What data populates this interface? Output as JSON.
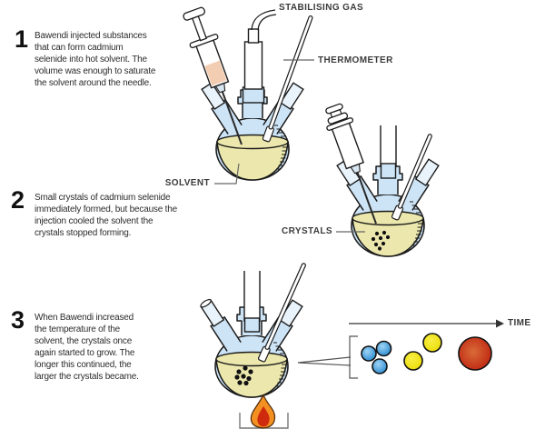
{
  "figure": {
    "steps": [
      {
        "number": "1",
        "text": "Bawendi injected substances\nthat can form cadmium\nselenide into hot solvent. The\nvolume was enough to saturate\nthe solvent around the needle."
      },
      {
        "number": "2",
        "text": "Small crystals of cadmium selenide\nimmediately formed, but because the\ninjection cooled the solvent the\ncrystals stopped forming."
      },
      {
        "number": "3",
        "text": "When Bawendi increased\nthe temperature of the\nsolvent, the crystals once\nagain started to grow. The\nlonger this continued, the\nlarger the crystals became."
      }
    ],
    "labels": {
      "stabilising_gas": "STABILISING GAS",
      "thermometer": "THERMOMETER",
      "solvent": "SOLVENT",
      "crystals": "CRYSTALS",
      "time": "TIME"
    },
    "colors": {
      "flask_glass": "#cde4f6",
      "joint_sleeve": "#e9f3fb",
      "solvent": "#ece8ad",
      "syringe_liquid": "#f3cdb1",
      "crystal_dot": "#111111",
      "crystal_blue": "#2a8ad0",
      "crystal_yellow": "#f0e412",
      "crystal_red": "#bd1e0c",
      "flame_outer": "#f29022",
      "flame_inner": "#cf2a0e",
      "outline": "#1b1b1b"
    }
  }
}
